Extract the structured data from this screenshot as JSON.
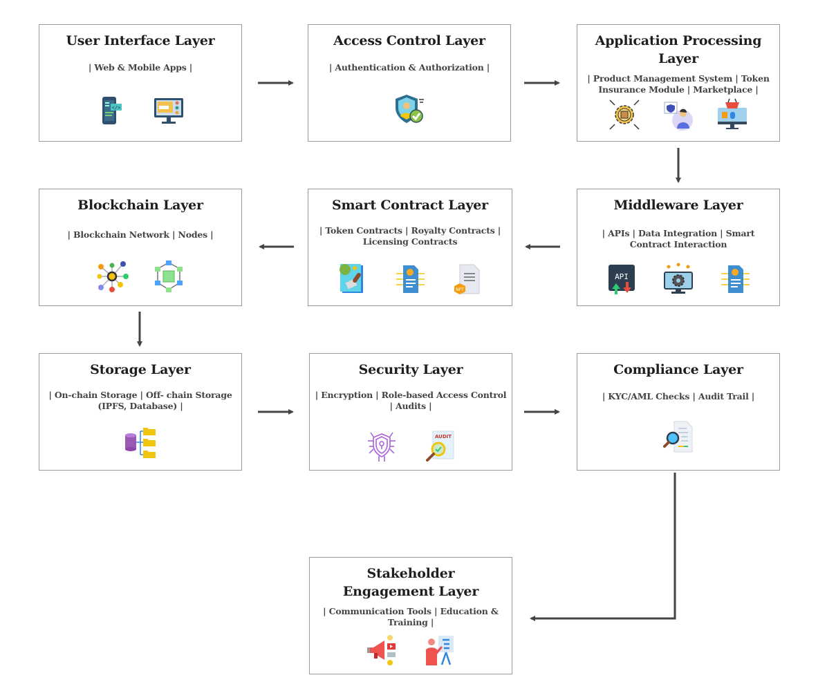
{
  "diagram": {
    "layers": [
      {
        "id": "ui",
        "title": "User Interface Layer",
        "desc": "| Web & Mobile Apps |",
        "icons": [
          "mobile-code-icon",
          "monitor-web-icon"
        ]
      },
      {
        "id": "access",
        "title": "Access Control Layer",
        "desc": "| Authentication & Authorization |",
        "icons": [
          "shield-user-check-icon"
        ]
      },
      {
        "id": "app",
        "title": "Application Processing Layer",
        "desc": "| Product Management System | Token Insurance Module | Marketplace |",
        "icons": [
          "product-gear-icon",
          "user-security-icon",
          "marketplace-basket-icon"
        ]
      },
      {
        "id": "middleware",
        "title": "Middleware Layer",
        "desc": "| APIs | Data Integration | Smart Contract Interaction",
        "icons": [
          "api-icon",
          "monitor-gear-icon",
          "smart-contract-doc-icon"
        ]
      },
      {
        "id": "smart",
        "title": "Smart Contract Layer",
        "desc": "| Token Contracts | Royalty Contracts | Licensing Contracts",
        "icons": [
          "stamp-contract-icon",
          "smart-contract-doc-icon",
          "nft-document-icon"
        ]
      },
      {
        "id": "blockchain",
        "title": "Blockchain Layer",
        "desc": "| Blockchain Network | Nodes |",
        "icons": [
          "network-nodes-icon",
          "blockchain-cube-icon"
        ]
      },
      {
        "id": "storage",
        "title": "Storage Layer",
        "desc": "| On-chain Storage | Off- chain Storage (IPFS, Database) |",
        "icons": [
          "database-folders-icon"
        ]
      },
      {
        "id": "security",
        "title": "Security Layer",
        "desc": "| Encryption | Role-based Access Control | Audits |",
        "icons": [
          "circuit-shield-icon",
          "audit-magnifier-icon"
        ]
      },
      {
        "id": "compliance",
        "title": "Compliance Layer",
        "desc": "| KYC/AML Checks | Audit Trail |",
        "icons": [
          "document-search-icon"
        ]
      },
      {
        "id": "stakeholder",
        "title": "Stakeholder Engagement Layer",
        "desc": "| Communication Tools | Education & Training |",
        "icons": [
          "megaphone-icon",
          "presentation-trainer-icon"
        ]
      }
    ],
    "flow": [
      [
        "ui",
        "access"
      ],
      [
        "access",
        "app"
      ],
      [
        "app",
        "middleware"
      ],
      [
        "middleware",
        "smart"
      ],
      [
        "smart",
        "blockchain"
      ],
      [
        "blockchain",
        "storage"
      ],
      [
        "storage",
        "security"
      ],
      [
        "security",
        "compliance"
      ],
      [
        "compliance",
        "stakeholder"
      ]
    ],
    "colors": {
      "border": "#9a9a9a",
      "arrow": "#444444",
      "title": "#1e1e1e",
      "desc": "#444444"
    }
  }
}
